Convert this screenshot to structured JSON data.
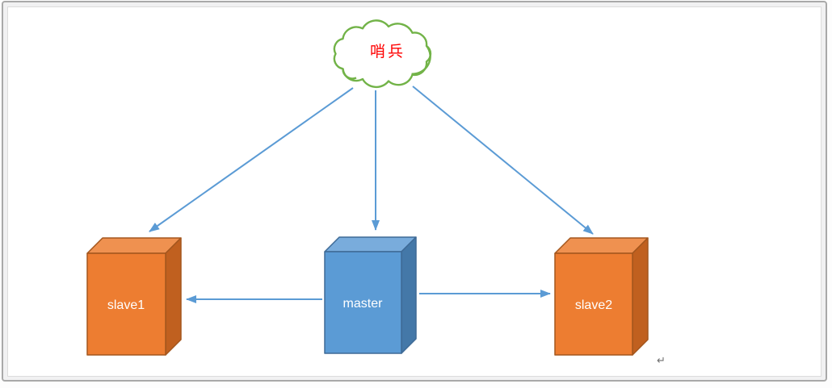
{
  "diagram": {
    "sentinel": {
      "label": "哨兵",
      "label_color": "#ff0000",
      "shape": "cloud",
      "outline_color": "#72b348"
    },
    "nodes": [
      {
        "id": "slave1",
        "label": "slave1",
        "shape": "cube",
        "fill": "#ed7d31"
      },
      {
        "id": "master",
        "label": "master",
        "shape": "cube",
        "fill": "#5b9bd5"
      },
      {
        "id": "slave2",
        "label": "slave2",
        "shape": "cube",
        "fill": "#ed7d31"
      }
    ],
    "edges": [
      {
        "from": "哨兵",
        "to": "slave1"
      },
      {
        "from": "哨兵",
        "to": "master"
      },
      {
        "from": "哨兵",
        "to": "slave2"
      },
      {
        "from": "master",
        "to": "slave1"
      },
      {
        "from": "master",
        "to": "slave2"
      }
    ],
    "edge_color": "#5b9bd5",
    "node_label_color": "#ffffff"
  },
  "editor": {
    "paragraph_mark": "↵"
  }
}
